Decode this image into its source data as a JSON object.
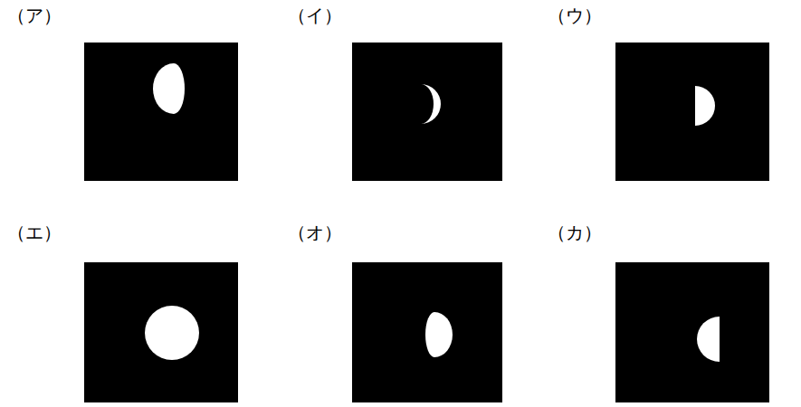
{
  "diagram": {
    "nodes": [
      {
        "text": [
          "（ア）"
        ]
      },
      {
        "text": [
          "（イ）"
        ]
      },
      {
        "text": [
          "（ウ）"
        ]
      },
      {
        "text": [
          "（エ）"
        ]
      },
      {
        "text": [
          "（オ）"
        ]
      },
      {
        "text": [
          "（カ）"
        ]
      }
    ]
  }
}
